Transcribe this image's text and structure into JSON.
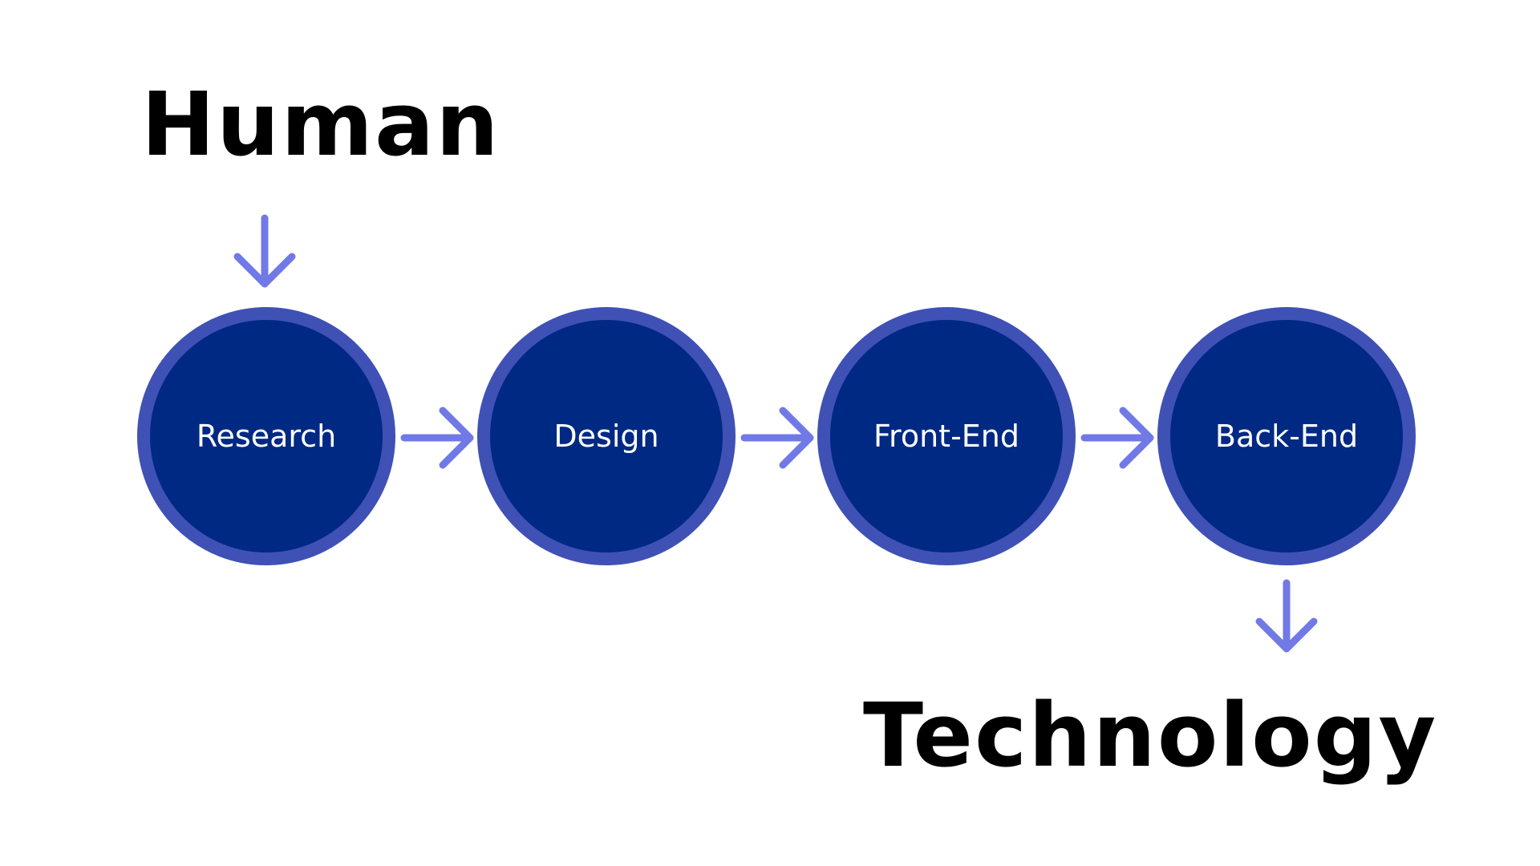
{
  "start_label": "Human",
  "end_label": "Technology",
  "stages": [
    {
      "label": "Research"
    },
    {
      "label": "Design"
    },
    {
      "label": "Front-End"
    },
    {
      "label": "Back-End"
    }
  ],
  "colors": {
    "circle_fill": "#002984",
    "circle_border": "#3F51B5",
    "arrow": "#7079E6",
    "text_dark": "#000000",
    "text_light": "#FFFFFF",
    "background": "#FFFFFF"
  }
}
